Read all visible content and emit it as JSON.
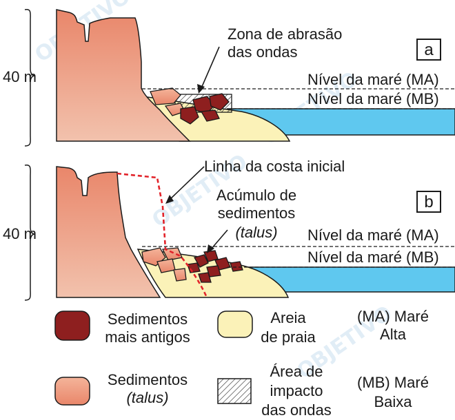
{
  "panel_a": {
    "tag": "a",
    "height": "40 m",
    "zone_label_1": "Zona de abrasão",
    "zone_label_2": "das ondas",
    "tide_high": "Nível da maré (MA)",
    "tide_low": "Nível da maré (MB)"
  },
  "panel_b": {
    "tag": "b",
    "height": "40 m",
    "coast_line": "Linha da costa inicial",
    "accum_1": "Acúmulo de",
    "accum_2": "sedimentos",
    "accum_3": "(talus)",
    "tide_high": "Nível da maré (MA)",
    "tide_low": "Nível da maré (MB)"
  },
  "legend": {
    "old_sed_1": "Sedimentos",
    "old_sed_2": "mais antigos",
    "sand_1": "Areia",
    "sand_2": "de praia",
    "ma_1": "(MA) Maré",
    "ma_2": "Alta",
    "talus_1": "Sedimentos",
    "talus_2": "(talus)",
    "impact_1": "Área de",
    "impact_2": "impacto",
    "impact_3": "das ondas",
    "mb_1": "(MB) Maré",
    "mb_2": "Baixa"
  },
  "watermark": "OBJETIVO",
  "colors": {
    "cliff": "#e9866a",
    "sand": "#fbf2b8",
    "water": "#5fc8ef",
    "dark_sediment": "#8e1f1f",
    "talus": "#f0a084",
    "coast_line": "#e2232a"
  }
}
